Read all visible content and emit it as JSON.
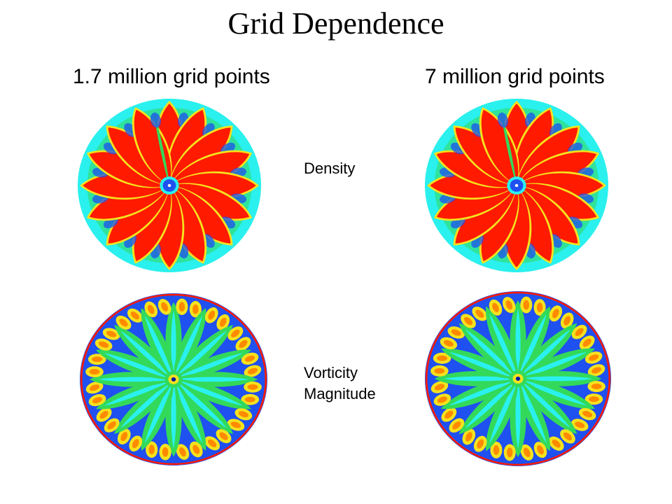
{
  "title": "Grid Dependence",
  "columns": [
    {
      "label": "1.7 million grid points"
    },
    {
      "label": "7 million grid points"
    }
  ],
  "rows": [
    {
      "label_lines": [
        "Density"
      ]
    },
    {
      "label_lines": [
        "Vorticity",
        "Magnitude"
      ]
    }
  ],
  "colors": {
    "red": "#ff1a00",
    "cyan": "#2af0ee",
    "blue": "#1f50f0",
    "green": "#33d95a",
    "yellow": "#f5e21e",
    "orange": "#ff8a00",
    "navy": "#0a1aa0",
    "white": "#ffffff"
  },
  "petal_count": 16
}
